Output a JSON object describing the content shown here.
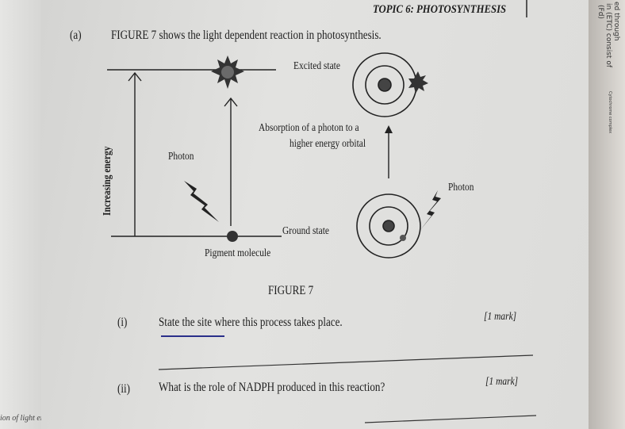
{
  "header": {
    "topic": "TOPIC 6: PHOTOSYNTHESIS"
  },
  "question": {
    "part_label": "(a)",
    "intro": "FIGURE 7 shows the light dependent reaction in photosynthesis.",
    "figure": {
      "excited_state": "Excited state",
      "ground_state": "Ground state",
      "increasing_energy": "Increasing energy",
      "photon_left": "Photon",
      "photon_right": "Photon",
      "absorption_line1": "Absorption of a photon to a",
      "absorption_line2": "higher energy orbital",
      "pigment_molecule": "Pigment molecule",
      "caption": "FIGURE 7"
    },
    "sub": [
      {
        "label": "(i)",
        "text": "State the site where this process takes place.",
        "marks": "[1 mark]"
      },
      {
        "label": "(ii)",
        "text": "What is the role of NADPH produced in this reaction?",
        "marks": "[1 mark]"
      }
    ]
  },
  "margins": {
    "left_fragment": "ion of light en",
    "right_fragments": [
      "ed through",
      "in (ETC) consist of",
      "(Fd)",
      "Cytochrome complex"
    ]
  },
  "colors": {
    "pen_underline": "#2a2f8a",
    "ink": "#1e1e1e"
  }
}
